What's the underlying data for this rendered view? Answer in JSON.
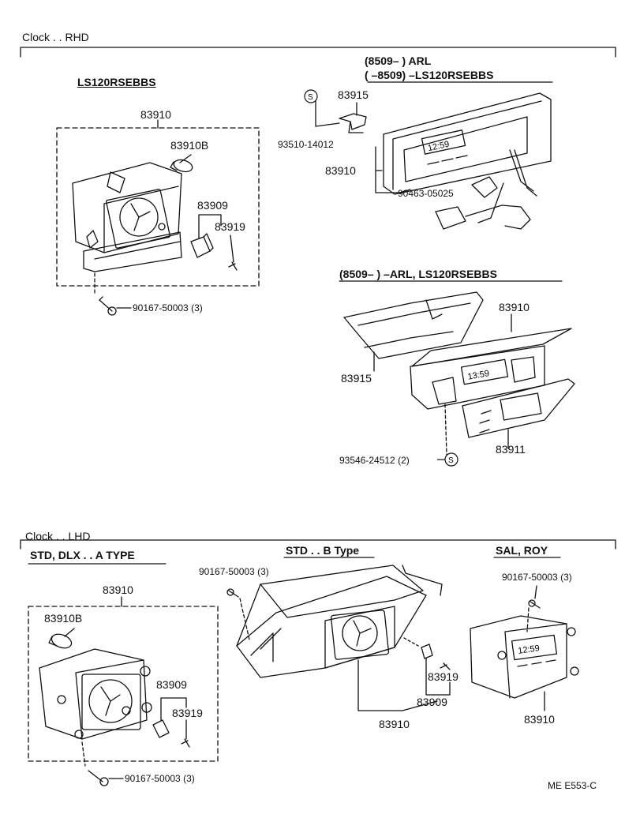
{
  "rhd": {
    "heading": "Clock . . RHD",
    "ls_block": {
      "variant": "LS120RSEBBS",
      "parts": {
        "assy": "83910",
        "bulb": "83910B",
        "socket": "83909",
        "screw_small": "83919",
        "screw": "90167-50003 (3)"
      }
    },
    "arl_block": {
      "variant_line1": "(8509–        ) ARL",
      "variant_line2": "(        –8509)  –LS120RSEBBS",
      "parts": {
        "circle": "S",
        "bracket": "83915",
        "nut": "93510-14012",
        "assy": "83910",
        "connector": "90463-05025"
      },
      "display": "12:59"
    },
    "lower_block": {
      "variant": "(8509–          ) –ARL, LS120RSEBBS",
      "parts": {
        "assy": "83910",
        "bracket": "83915",
        "cover": "83911",
        "screw": "93546-24512 (2)",
        "circle": "S"
      },
      "display": "13:59"
    }
  },
  "lhd": {
    "heading": "Clock . . LHD",
    "std_a": {
      "variant": "STD, DLX . . A  TYPE",
      "parts": {
        "assy": "83910",
        "bulb": "83910B",
        "socket": "83909",
        "screw_small": "83919",
        "screw": "90167-50003 (3)"
      }
    },
    "std_b": {
      "variant": "STD . . B Type",
      "parts": {
        "screw": "90167-50003 (3)",
        "screw_small": "83919",
        "socket": "83909",
        "assy": "83910"
      }
    },
    "sal": {
      "variant": "SAL, ROY",
      "parts": {
        "screw": "90167-50003 (3)",
        "assy": "83910"
      },
      "display": "12:59"
    }
  },
  "code": "ME  E553-C"
}
